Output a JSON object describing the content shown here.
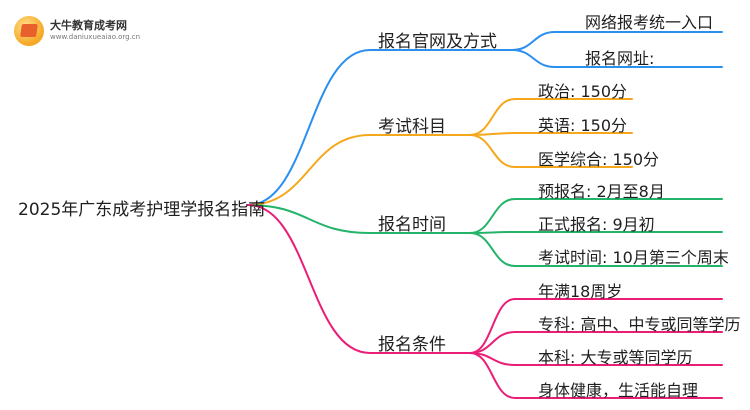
{
  "logo": {
    "name": "大牛教育成考网",
    "url": "www.daniuxueaiao.org.cn"
  },
  "mindmap": {
    "root": "2025年广东成考护理学报名指南",
    "branches": [
      {
        "label": "报名官网及方式",
        "color": "#2b8ff0",
        "leaves": [
          "网络报考统一入口",
          "报名网址:"
        ]
      },
      {
        "label": "考试科目",
        "color": "#f5a81c",
        "leaves": [
          "政治: 150分",
          "英语: 150分",
          "医学综合: 150分"
        ]
      },
      {
        "label": "报名时间",
        "color": "#23b46a",
        "leaves": [
          "预报名: 2月至8月",
          "正式报名: 9月初",
          "考试时间: 10月第三个周末"
        ]
      },
      {
        "label": "报名条件",
        "color": "#ea1e77",
        "leaves": [
          "年满18周岁",
          "专科: 高中、中专或同等学历",
          "本科: 大专或等同学历",
          "身体健康，生活能自理"
        ]
      }
    ]
  }
}
